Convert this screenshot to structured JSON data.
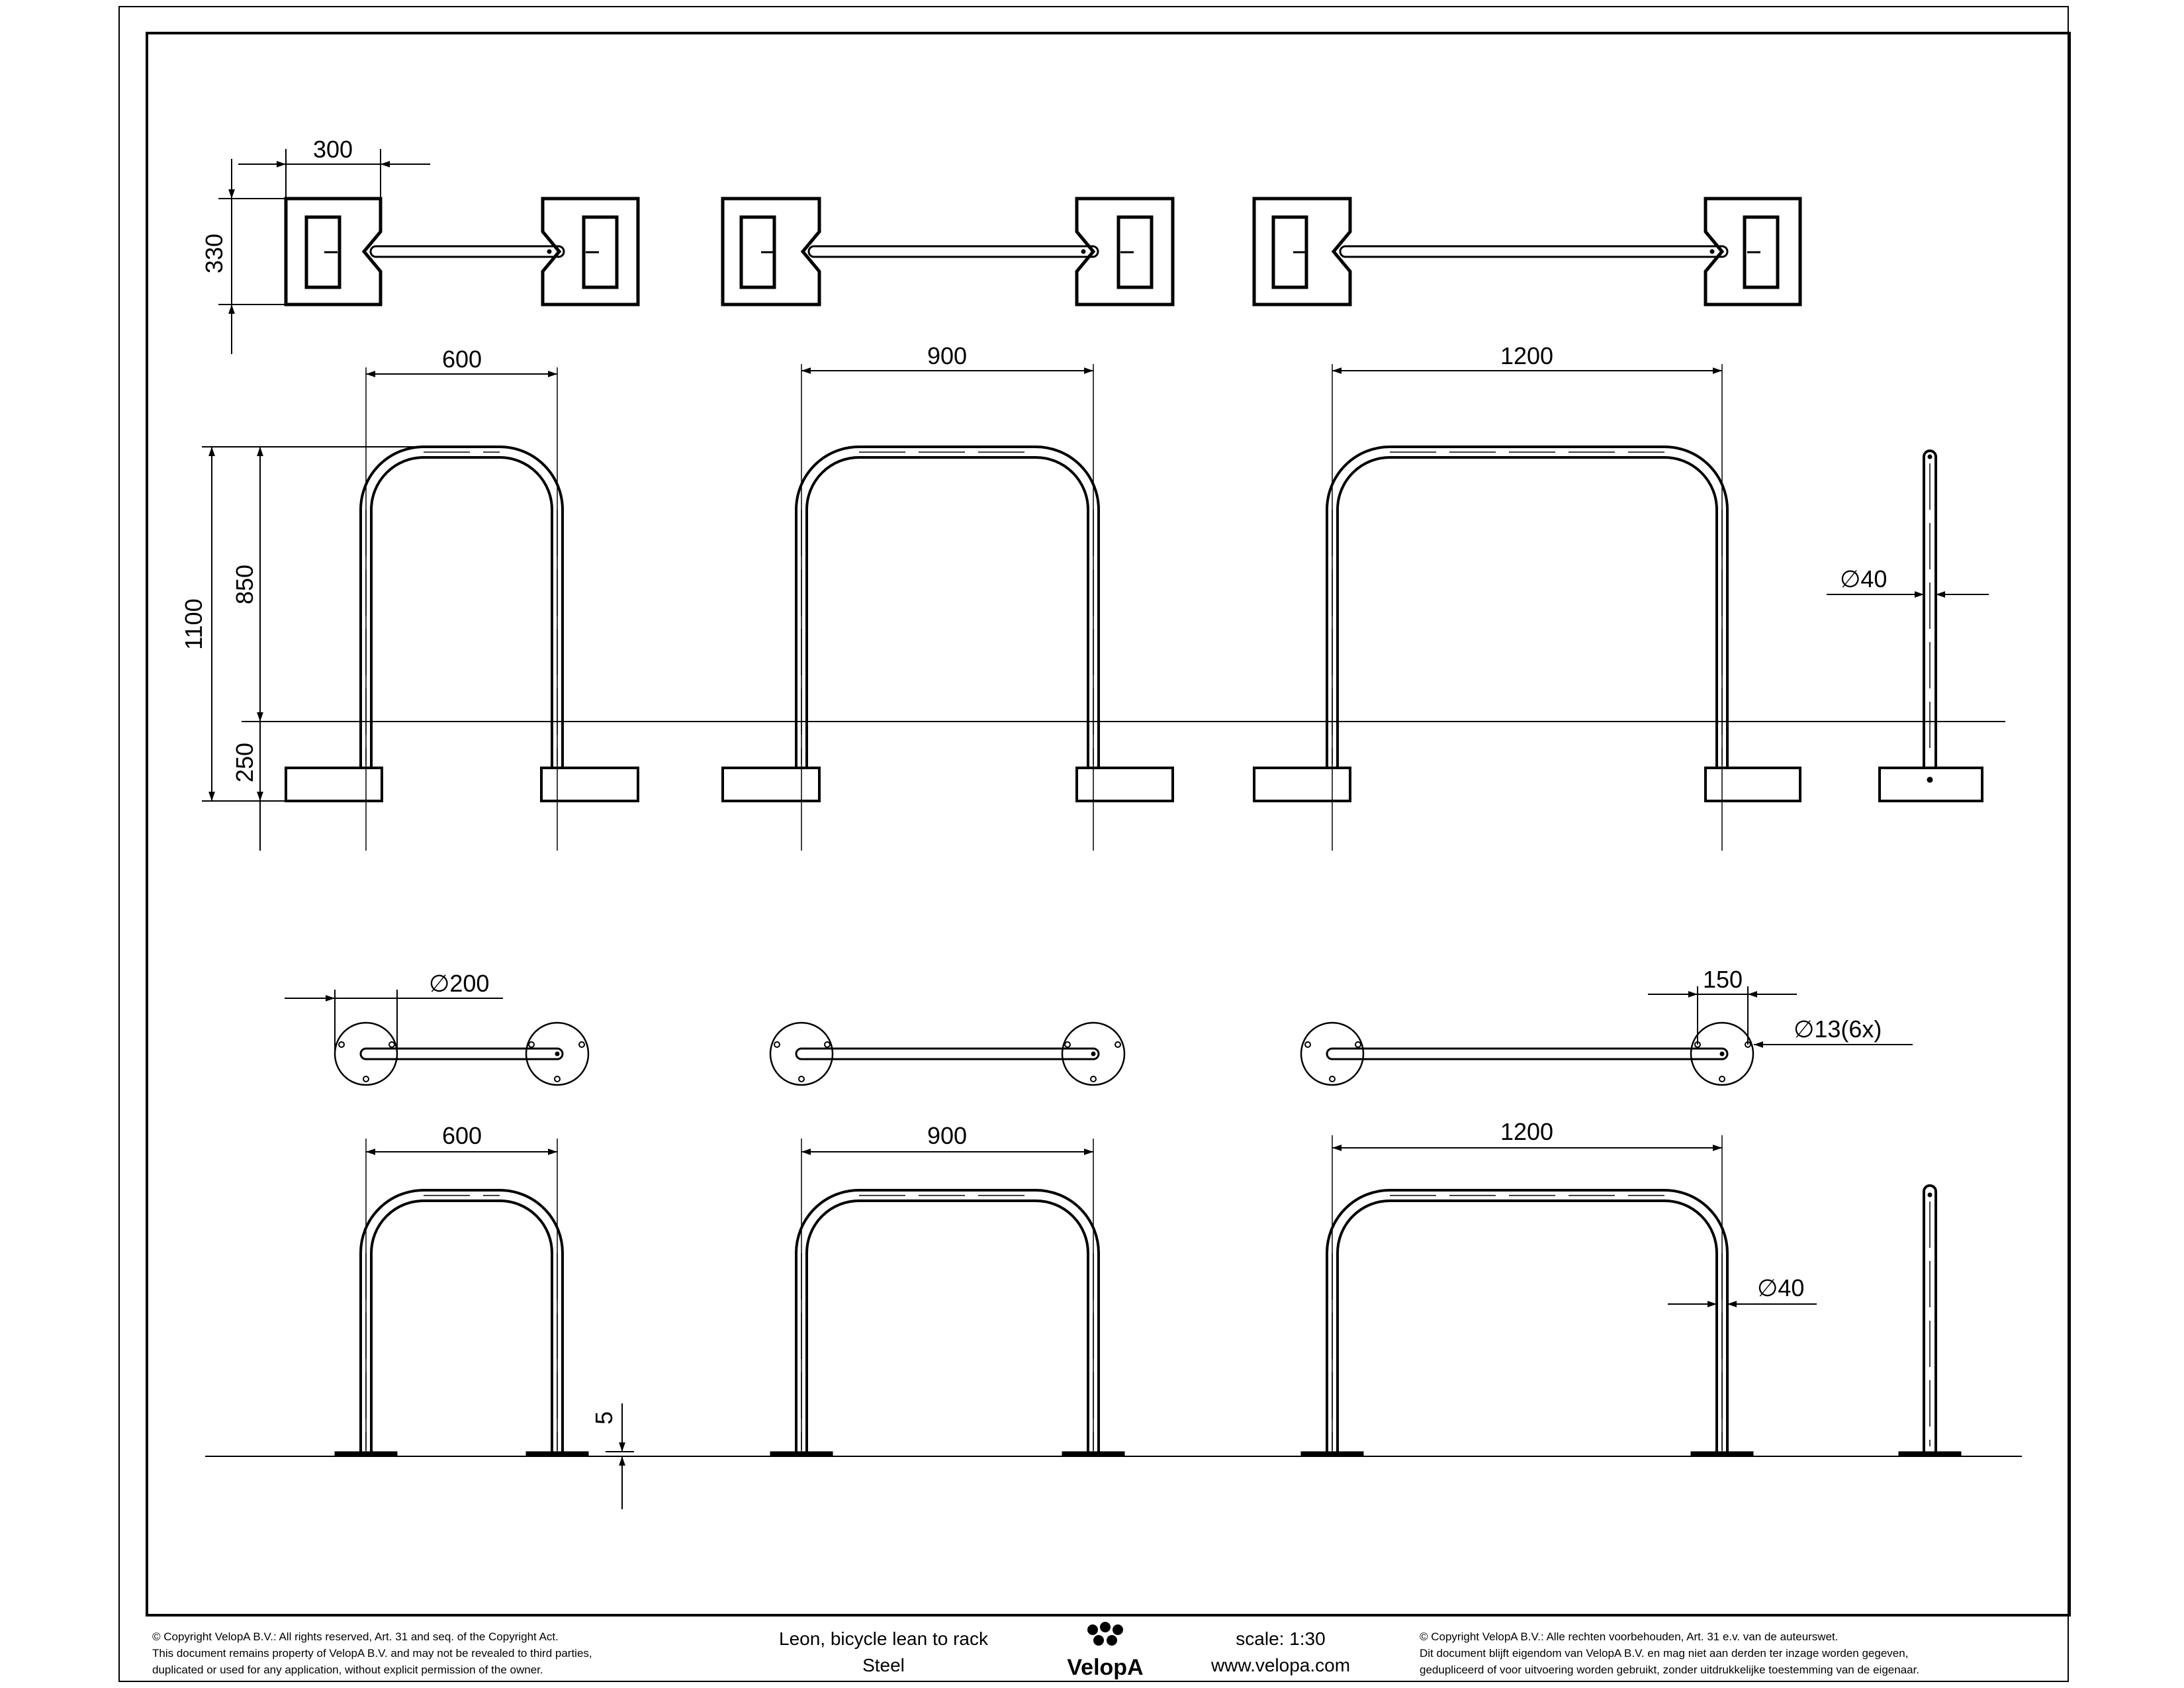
{
  "dimensions": {
    "foot_width": "300",
    "foot_depth": "330",
    "width_small": "600",
    "width_medium": "900",
    "width_large": "1200",
    "total_height": "1100",
    "above_ground": "850",
    "below_ground": "250",
    "tube_diameter": "∅40",
    "plate_diameter": "∅200",
    "bolt_spacing": "150",
    "hole_diameter": "∅13(6x)",
    "plate_thickness": "5"
  },
  "title_block": {
    "copyright_en": [
      "©  Copyright VelopA B.V.: All rights reserved, Art. 31 and seq. of the Copyright Act.",
      "This document remains property of VelopA B.V. and may not be revealed to third parties,",
      "duplicated or used for any application, without explicit permission of the owner."
    ],
    "product": "Leon, bicycle lean to rack",
    "material": "Steel",
    "logo_text": "VelopA",
    "scale": "scale: 1:30",
    "website": "www.velopa.com",
    "copyright_nl": [
      "©  Copyright VelopA B.V.: Alle rechten voorbehouden, Art. 31 e.v. van de auteurswet.",
      "Dit document blijft eigendom van VelopA B.V. en mag niet aan derden ter inzage worden gegeven,",
      "gedupliceerd of voor uitvoering worden gebruikt, zonder uitdrukkelijke toestemming van de eigenaar."
    ]
  }
}
